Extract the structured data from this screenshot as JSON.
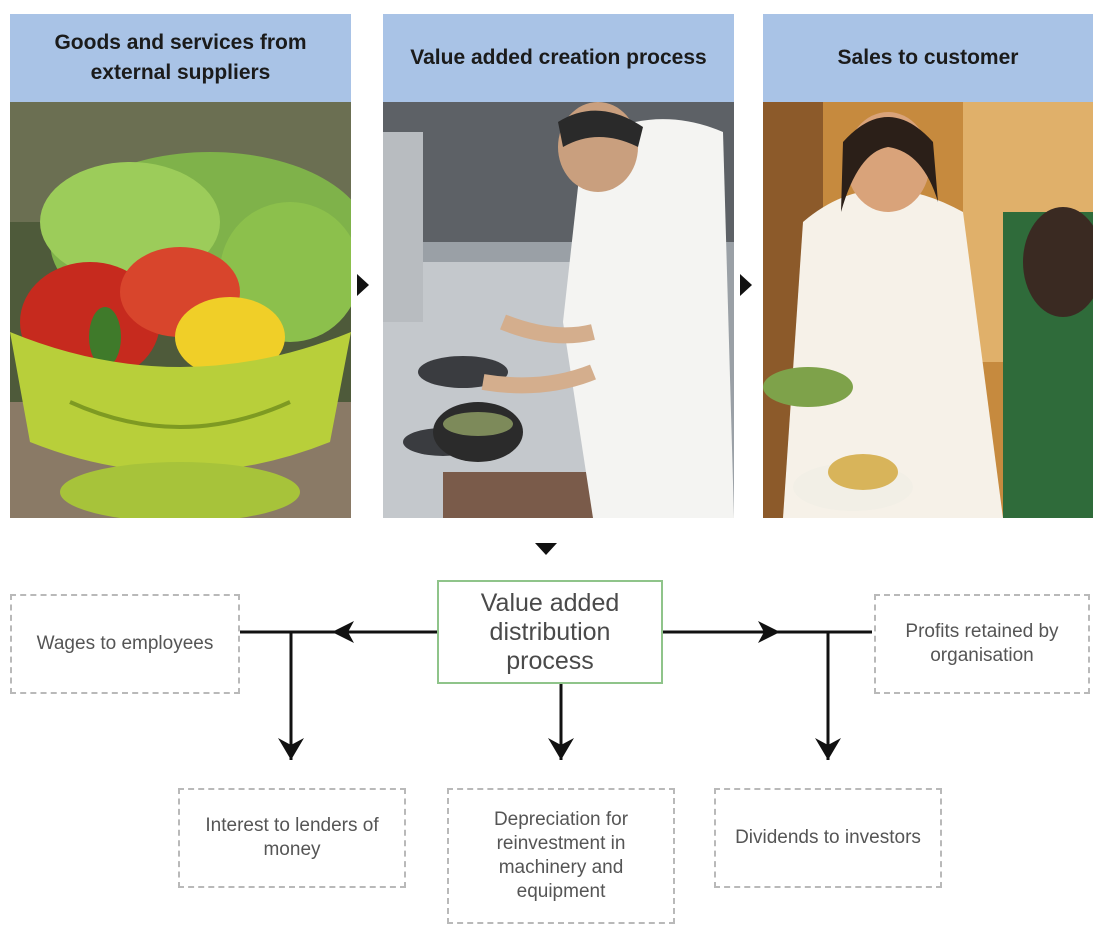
{
  "headers": {
    "suppliers": "Goods and services from external suppliers",
    "creation": "Value added creation process",
    "sales": "Sales to customer"
  },
  "center": {
    "label": "Value added distribution process"
  },
  "outputs": {
    "wages": "Wages to employees",
    "profits": "Profits retained by organisation",
    "interest": "Interest to lenders of money",
    "depreciation": "Depreciation for reinvestment in machinery and equipment",
    "dividends": "Dividends to investors"
  },
  "colors": {
    "header_bg": "#a9c3e6",
    "center_border": "#8fc48a",
    "dashed_border": "#b9b9b9",
    "arrow": "#111111"
  }
}
